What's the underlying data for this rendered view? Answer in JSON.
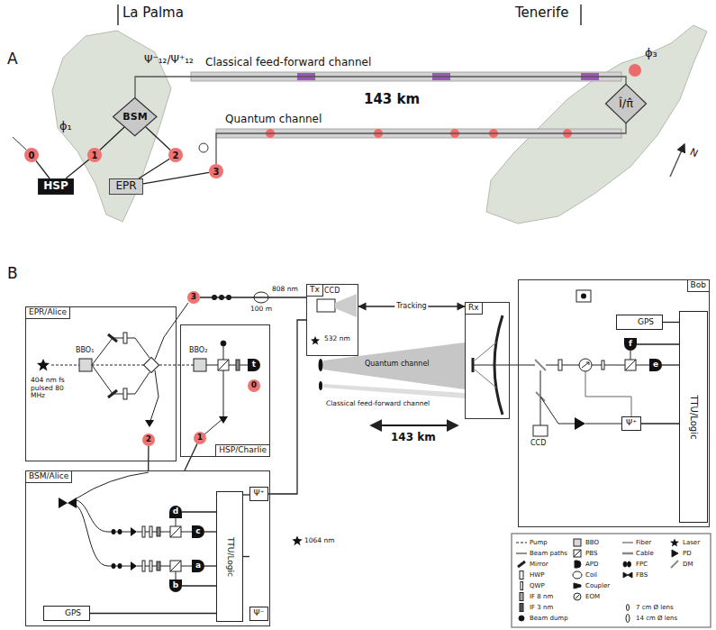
{
  "diagram": {
    "nodes": [
      {
        "text": [
          "HSP"
        ]
      },
      {
        "text": [
          "EPR"
        ]
      },
      {
        "text": [
          "BSM"
        ]
      },
      {
        "text": [
          "Î/π̂"
        ]
      },
      {
        "text": [
          "0"
        ]
      },
      {
        "text": [
          "1"
        ]
      },
      {
        "text": [
          "2"
        ]
      },
      {
        "text": [
          "3"
        ]
      },
      {
        "text": [
          "EPR/Alice"
        ]
      },
      {
        "text": [
          "HSP/Charlie"
        ]
      },
      {
        "text": [
          "t"
        ],
        "in": 9
      },
      {
        "text": [
          "0"
        ],
        "in": 9
      },
      {
        "text": [
          "1"
        ],
        "in": 9
      },
      {
        "text": [
          "2"
        ],
        "in": 8
      },
      {
        "text": [
          "3"
        ]
      },
      {
        "text": [
          "BSM/Alice"
        ]
      },
      {
        "text": [
          "d"
        ],
        "in": 15
      },
      {
        "text": [
          "c"
        ],
        "in": 15
      },
      {
        "text": [
          "a"
        ],
        "in": 15
      },
      {
        "text": [
          "b"
        ],
        "in": 15
      },
      {
        "text": [
          "TTU/Logic"
        ],
        "in": 15
      },
      {
        "text": [
          "GPS"
        ],
        "in": 15
      },
      {
        "text": [
          "Ψ⁺"
        ],
        "in": 15
      },
      {
        "text": [
          "Ψ⁻"
        ],
        "in": 15
      },
      {
        "text": [
          "Tx"
        ]
      },
      {
        "text": [
          "Rx"
        ]
      },
      {
        "text": [
          "Bob"
        ]
      },
      {
        "text": [
          "GPS"
        ],
        "in": 26
      },
      {
        "text": [
          "TTU/Logic"
        ],
        "in": 26
      },
      {
        "text": [
          "f"
        ],
        "in": 26
      },
      {
        "text": [
          "e"
        ],
        "in": 26
      },
      {
        "text": [
          "Ψ⁺"
        ],
        "in": 26
      }
    ],
    "edges": [
      {
        "from": 0,
        "to": 4,
        "arrow": "none"
      },
      {
        "from": 0,
        "to": 5,
        "arrow": "none"
      },
      {
        "from": 5,
        "to": 2,
        "arrow": "none"
      },
      {
        "from": 1,
        "to": 6,
        "arrow": "none"
      },
      {
        "from": 6,
        "to": 2,
        "arrow": "none"
      },
      {
        "from": 1,
        "to": 7,
        "arrow": "none"
      },
      {
        "from": 7,
        "to": 3,
        "label": "Quantum channel",
        "arrow": "none"
      },
      {
        "from": 2,
        "to": 3,
        "label": "Classical feed-forward channel",
        "arrow": "none"
      },
      {
        "from": 12,
        "to": 15,
        "arrow": "none"
      },
      {
        "from": 13,
        "to": 15,
        "arrow": "none"
      },
      {
        "from": 14,
        "to": 24,
        "arrow": "none"
      },
      {
        "from": 24,
        "to": 25,
        "label": "Tracking",
        "arrow": "both"
      },
      {
        "from": 16,
        "to": 20,
        "arrow": "none"
      },
      {
        "from": 17,
        "to": 20,
        "arrow": "none"
      },
      {
        "from": 18,
        "to": 20,
        "arrow": "none"
      },
      {
        "from": 19,
        "to": 20,
        "arrow": "none"
      },
      {
        "from": 21,
        "to": 20,
        "arrow": "none"
      },
      {
        "from": 20,
        "to": 22,
        "arrow": "none"
      },
      {
        "from": 20,
        "to": 23,
        "arrow": "none"
      },
      {
        "from": 22,
        "to": 24,
        "arrow": "none"
      },
      {
        "from": 29,
        "to": 28,
        "arrow": "none"
      },
      {
        "from": 30,
        "to": 28,
        "arrow": "none"
      },
      {
        "from": 27,
        "to": 28,
        "arrow": "none"
      },
      {
        "from": 31,
        "to": 28,
        "arrow": "none"
      }
    ],
    "labels": [
      "A",
      "La Palma",
      "Tenerife",
      "Ψ⁻₁₂/Ψ⁺₁₂",
      "ϕ₁",
      "143 km",
      "ϕ₃",
      "N",
      "B",
      "BBO₁",
      "404 nm fs pulsed 80 MHz",
      "BBO₂",
      "100 m",
      "808 nm",
      "CCD",
      "532 nm",
      "Quantum channel",
      "Classical feed-forward channel",
      "143 km",
      "1064 nm",
      "CCD"
    ],
    "legend": [
      {
        "text": "Pump"
      },
      {
        "text": "Beam paths"
      },
      {
        "text": "Mirror"
      },
      {
        "text": "HWP"
      },
      {
        "text": "QWP"
      },
      {
        "text": "IF 8 nm"
      },
      {
        "text": "IF 3 nm"
      },
      {
        "text": "Beam dump"
      },
      {
        "text": "BBO"
      },
      {
        "text": "PBS"
      },
      {
        "text": "APD"
      },
      {
        "text": "Coil"
      },
      {
        "text": "Coupler"
      },
      {
        "text": "EOM"
      },
      {
        "text": "Fiber"
      },
      {
        "text": "Cable"
      },
      {
        "text": "FPC"
      },
      {
        "text": "FBS"
      },
      {
        "text": "Laser"
      },
      {
        "text": "PD"
      },
      {
        "text": "DM"
      },
      {
        "text": "7 cm Ø lens"
      },
      {
        "text": "14 cm Ø lens"
      }
    ]
  }
}
